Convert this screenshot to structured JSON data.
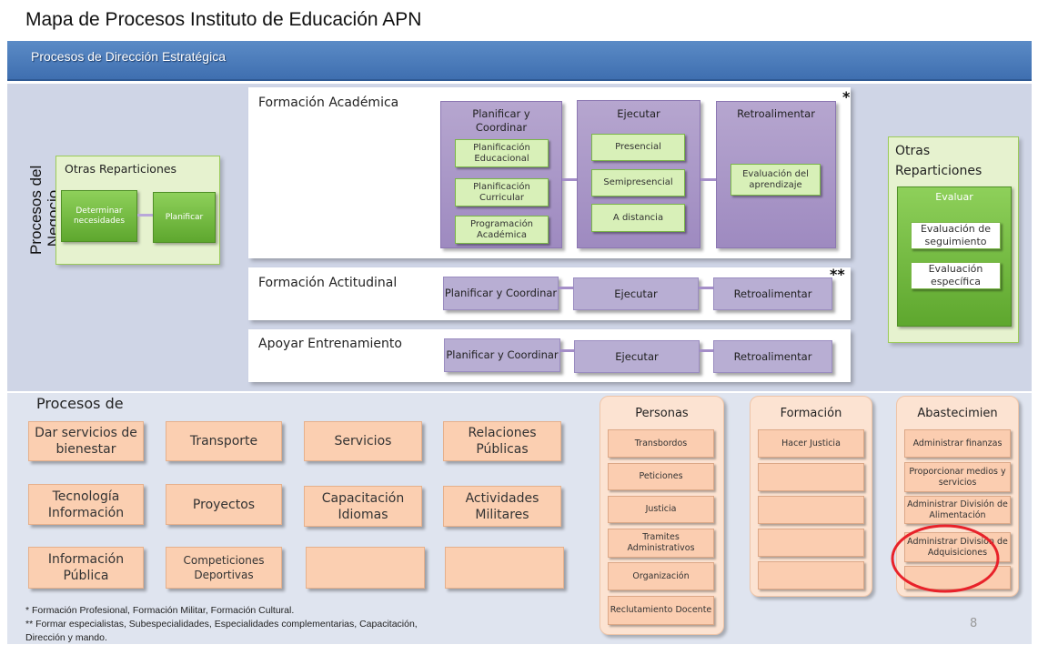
{
  "title": "Mapa de Procesos Instituto de Educación  APN",
  "strategic": {
    "label": "Procesos de Dirección Estratégica"
  },
  "negocio": {
    "side_label_line1": "Procesos del",
    "side_label_line2": "Negocio",
    "otras_left": {
      "title": "Otras Reparticiones",
      "items": [
        "Determinar necesidades",
        "Planificar"
      ]
    },
    "academica": {
      "title": "Formación Académica",
      "marker": "*",
      "stages": [
        {
          "label": "Planificar y Coordinar",
          "items": [
            "Planificación Educacional",
            "Planificación Curricular",
            "Programación Académica"
          ]
        },
        {
          "label": "Ejecutar",
          "items": [
            "Presencial",
            "Semipresencial",
            "A distancia"
          ]
        },
        {
          "label": "Retroalimentar",
          "items": [
            "Evaluación del aprendizaje"
          ]
        }
      ]
    },
    "actitudinal": {
      "title": "Formación Actitudinal",
      "marker": "**",
      "stages": [
        "Planificar y Coordinar",
        "Ejecutar",
        "Retroalimentar"
      ]
    },
    "entrenamiento": {
      "title": "Apoyar Entrenamiento",
      "stages": [
        "Planificar y Coordinar",
        "Ejecutar",
        "Retroalimentar"
      ]
    },
    "otras_right": {
      "title_line1": "Otras",
      "title_line2": "Reparticiones",
      "evaluar": {
        "label": "Evaluar",
        "items": [
          "Evaluación de seguimiento",
          "Evaluación específica"
        ]
      }
    }
  },
  "soporte": {
    "label": "Procesos de",
    "grid": [
      [
        "Dar servicios de bienestar",
        "Transporte",
        "Servicios",
        "Relaciones Públicas"
      ],
      [
        "Tecnología Información",
        "Proyectos",
        "Capacitación Idiomas",
        "Actividades Militares"
      ],
      [
        "Información Pública",
        "Competiciones Deportivas",
        "",
        ""
      ]
    ],
    "columns": [
      {
        "title": "Personas",
        "items": [
          "Transbordos",
          "Peticiones",
          "Justicia",
          "Tramites Administrativos",
          "Organización",
          "Reclutamiento Docente"
        ]
      },
      {
        "title": "Formación",
        "items": [
          "Hacer Justicia",
          "",
          "",
          "",
          ""
        ]
      },
      {
        "title": "Abastecimien",
        "items": [
          "Administrar finanzas",
          "Proporcionar medios y servicios",
          "Administrar División de Alimentación",
          "Administrar División de Adquisiciones",
          ""
        ]
      }
    ]
  },
  "footnotes": {
    "line1": "*   Formación Profesional, Formación Militar, Formación Cultural.",
    "line2": "** Formar especialistas, Subespecialidades, Especialidades complementarias, Capacitación,",
    "line3": "Dirección y mando."
  },
  "page_number": "8",
  "colors": {
    "strategic_banner": "#4a7cbd",
    "negocio_band": "#cfd5e6",
    "purple_process": "#a996c6",
    "green_process": "#d8f0b8",
    "peach_process": "#fbcfb1",
    "highlight_circle": "#e8222a"
  }
}
